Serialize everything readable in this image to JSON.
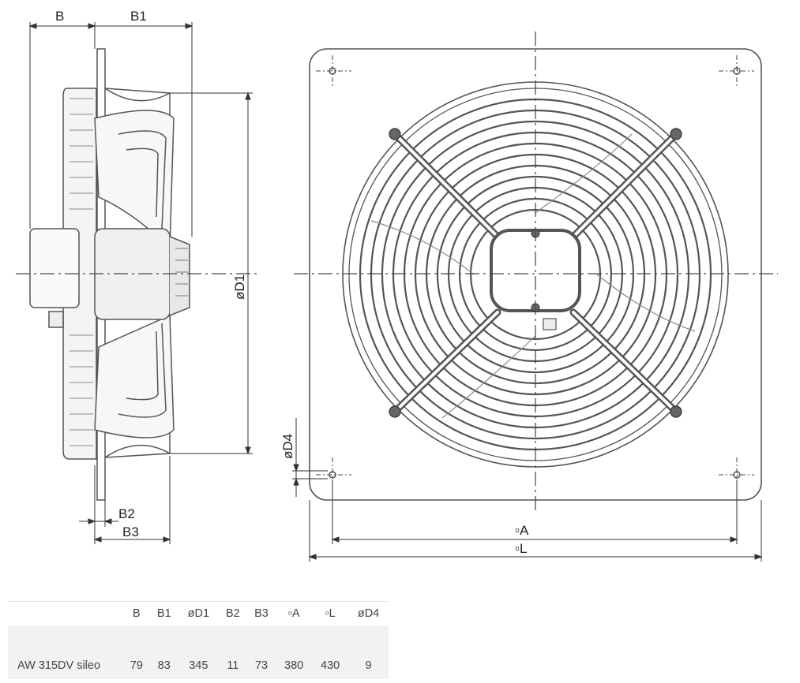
{
  "drawing": {
    "side_view_labels": {
      "B": "B",
      "B1": "B1",
      "D1": "øD1",
      "B2": "B2",
      "B3": "B3",
      "D4": "øD4"
    },
    "front_view_labels": {
      "A": "▫A",
      "L": "▫L"
    }
  },
  "table": {
    "headers": [
      "B",
      "B1",
      "øD1",
      "B2",
      "B3",
      "▫A",
      "▫L",
      "øD4"
    ],
    "row": {
      "model": "AW 315DV sileo",
      "values": [
        "79",
        "83",
        "345",
        "11",
        "73",
        "380",
        "430",
        "9"
      ]
    }
  },
  "colors": {
    "line": "#555555",
    "dim": "#333333",
    "background": "#ffffff"
  }
}
